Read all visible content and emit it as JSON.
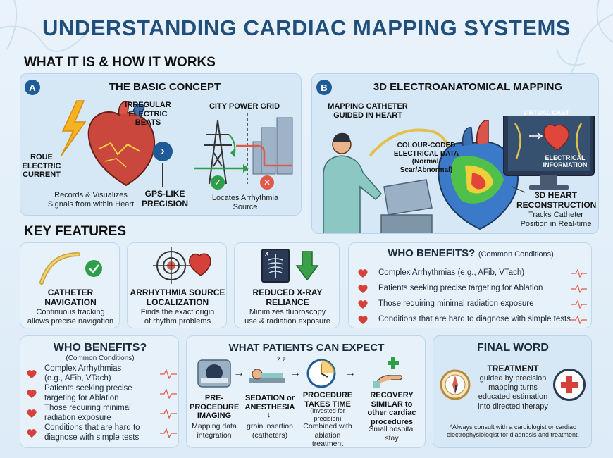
{
  "title": "UNDERSTANDING CARDIAC MAPPING SYSTEMS",
  "section_what": "WHAT IT IS & HOW IT WORKS",
  "panel_a": {
    "badge": "A",
    "title": "THE BASIC CONCEPT",
    "irregular": "IRREGULAR\nELECTRIC\nBEATS",
    "roue": "ROUE\nELECTRIC\nCURRENT",
    "city_grid": "CITY POWER GRID",
    "records": "Records & Visualizes\nSignals from within Heart",
    "gps": "GPS-LIKE\nPRECISION",
    "locates": "Locates Arrhythmia\nSource"
  },
  "panel_b": {
    "badge": "B",
    "title": "3D ELECTROANATOMICAL MAPPING",
    "catheter": "MAPPING CATHETER\nGUIDED IN HEART",
    "colour": "COLOUR-CODED\nELECTRICAL DATA\n(Normal/\nScar/Abnormal)",
    "virtual": "VIRTUAL CAST",
    "electrical": "ELECTRICAL\nINFORMATION",
    "recon": "3D HEART\nRECONSTRUCTION",
    "tracks": "Tracks Catheter\nPosition in Real-time"
  },
  "section_features": "KEY FEATURES",
  "features": [
    {
      "title": "CATHETER\nNAVIGATION",
      "desc": "Continuous tracking\nallows precise navigation"
    },
    {
      "title": "ARRHYTHMIA SOURCE\nLOCALIZATION",
      "desc": "Finds the exact origin\nof rhythm problems"
    },
    {
      "title": "REDUCED X-RAY\nRELIANCE",
      "desc": "Minimizes fluoroscopy\nuse & radiation exposure"
    }
  ],
  "who_top": {
    "title": "WHO BENEFITS?",
    "subtitle": "(Common Conditions)",
    "items": [
      "Complex Arrhythmias (e.g., AFib, VTach)",
      "Patients seeking precise targeting for Ablation",
      "Those requiring minimal radiation exposure",
      "Conditions that are hard to diagnose with simple tests"
    ]
  },
  "who_bottom": {
    "title": "WHO BENEFITS?",
    "subtitle": "(Common Conditions)",
    "items": [
      "Complex Arrhythmias\n(e.g., AFib, VTach)",
      "Patients seeking precise\ntargeting for Ablation",
      "Those requiring minimal\nradiation exposure",
      "Conditions that are hard to\ndiagnose with simple tests"
    ]
  },
  "expect": {
    "title": "WHAT PATIENTS CAN EXPECT",
    "steps": [
      {
        "title": "PRE-\nPROCEDURE\nIMAGING",
        "desc": "Mapping data\nintegration"
      },
      {
        "title": "SEDATION or\nANESTHESIA",
        "desc": "groin insertion\n(catheters)"
      },
      {
        "title": "PROCEDURE\nTAKES TIME",
        "note": "(invested for\nprecision)",
        "desc": "Combined with\nablation\ntreatment"
      },
      {
        "title": "RECOVERY\nSIMILAR to\nother cardiac\nprocedures",
        "desc": "Small hospital\nstay"
      }
    ],
    "zzz": "z z"
  },
  "final": {
    "title": "FINAL WORD",
    "treatment": "TREATMENT",
    "body": "guided by precision\nmapping turns\neducated estimation\ninto directed therapy",
    "disclaimer": "*Always consult with a cardiologist or cardiac\nelectrophysiologist for diagnosis and treatment."
  },
  "xray_label": "X",
  "colors": {
    "title": "#1f4f7a",
    "panel": "#d6e8f5",
    "badge": "#1f5b96",
    "heart_red": "#d6403a",
    "check_green": "#2e9e4a",
    "arrow_green": "#3aa04a",
    "cross_red": "#e05a4a"
  }
}
